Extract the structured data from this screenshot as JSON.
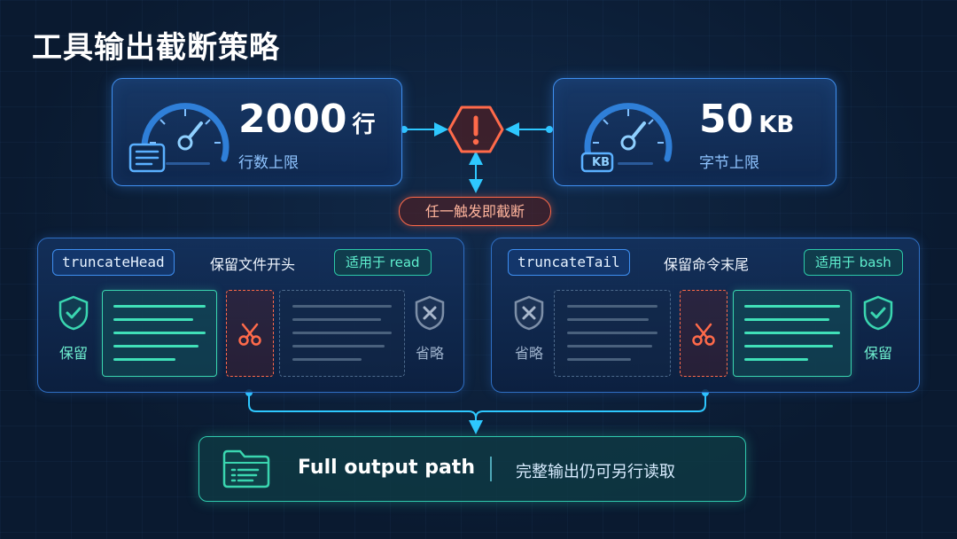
{
  "title": "工具输出截断策略",
  "line_limit": {
    "value": "2000",
    "unit": "行",
    "label": "行数上限"
  },
  "byte_limit": {
    "value": "50",
    "unit": "KB",
    "label": "字节上限",
    "icon_text": "KB"
  },
  "trigger": {
    "label": "任一触发即截断"
  },
  "head_strategy": {
    "function": "truncateHead",
    "description": "保留文件开头",
    "applies_to": "适用于 read",
    "keep_label": "保留",
    "omit_label": "省略"
  },
  "tail_strategy": {
    "function": "truncateTail",
    "description": "保留命令末尾",
    "applies_to": "适用于 bash",
    "omit_label": "省略",
    "keep_label": "保留"
  },
  "output": {
    "title": "Full output path",
    "description": "完整输出仍可另行读取"
  },
  "colors": {
    "limit_border": "#3f8ff0",
    "warning": "#ff6a4a",
    "keep": "#3ad6b0",
    "omit": "#4d6a8c",
    "connector": "#2ec8ff"
  }
}
